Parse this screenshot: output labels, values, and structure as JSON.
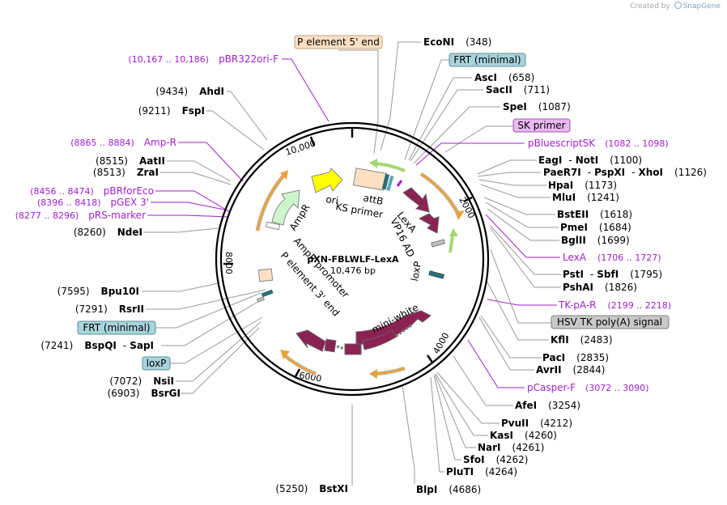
{
  "credit": {
    "prefix": "Created by",
    "brand": "SnapGene"
  },
  "plasmid": {
    "name": "pXN-FBLWLF-LexA",
    "size": "10,476 bp"
  },
  "ticks": [
    "2000",
    "4000",
    "6000",
    "8000",
    "10,000"
  ],
  "enzymes": {
    "econi": {
      "name": "EcoNI",
      "pos": "(348)"
    },
    "asci": {
      "name": "AscI",
      "pos": "(658)"
    },
    "sacii": {
      "name": "SacII",
      "pos": "(711)"
    },
    "spei": {
      "name": "SpeI",
      "pos": "(1087)"
    },
    "eagi": {
      "name": "EagI",
      "sep": "-",
      "name2": "NotI",
      "pos": "(1100)"
    },
    "paer7i": {
      "name": "PaeR7I",
      "sep": "-",
      "name2": "PspXI",
      "sep2": "-",
      "name3": "XhoI",
      "pos": "(1126)"
    },
    "hpai": {
      "name": "HpaI",
      "pos": "(1173)"
    },
    "mlui": {
      "name": "MluI",
      "pos": "(1241)"
    },
    "bsteii": {
      "name": "BstEII",
      "pos": "(1618)"
    },
    "pmei": {
      "name": "PmeI",
      "pos": "(1684)"
    },
    "bglii": {
      "name": "BglII",
      "pos": "(1699)"
    },
    "psti": {
      "name": "PstI",
      "sep": "-",
      "name2": "SbfI",
      "pos": "(1795)"
    },
    "pshai": {
      "name": "PshAI",
      "pos": "(1826)"
    },
    "kfli": {
      "name": "KflI",
      "pos": "(2483)"
    },
    "paci": {
      "name": "PacI",
      "pos": "(2835)"
    },
    "avrii": {
      "name": "AvrII",
      "pos": "(2844)"
    },
    "afei": {
      "name": "AfeI",
      "pos": "(3254)"
    },
    "pvuii": {
      "name": "PvuII",
      "pos": "(4212)"
    },
    "kasi": {
      "name": "KasI",
      "pos": "(4260)"
    },
    "nari": {
      "name": "NarI",
      "pos": "(4261)"
    },
    "sfoi": {
      "name": "SfoI",
      "pos": "(4262)"
    },
    "pluti": {
      "name": "PluTI",
      "pos": "(4264)"
    },
    "blpi": {
      "name": "BlpI",
      "pos": "(4686)"
    },
    "bstxi": {
      "name": "BstXI",
      "pos": "(5250)"
    },
    "bsrgi": {
      "name": "BsrGI",
      "pos": "(6903)"
    },
    "nsii": {
      "name": "NsiI",
      "pos": "(7072)"
    },
    "bspqi": {
      "name": "BspQI",
      "sep": "-",
      "name2": "SapI",
      "pos": "(7241)"
    },
    "rsrii": {
      "name": "RsrII",
      "pos": "(7291)"
    },
    "bpu10i": {
      "name": "Bpu10I",
      "pos": "(7595)"
    },
    "ndei": {
      "name": "NdeI",
      "pos": "(8260)"
    },
    "zrai": {
      "name": "ZraI",
      "pos": "(8513)"
    },
    "aatii": {
      "name": "AatII",
      "pos": "(8515)"
    },
    "fspi": {
      "name": "FspI",
      "pos": "(9211)"
    },
    "ahdi": {
      "name": "AhdI",
      "pos": "(9434)"
    }
  },
  "primers": {
    "pbluescriptsk": {
      "name": "pBluescriptSK",
      "range": "(1082 .. 1098)"
    },
    "lexa": {
      "name": "LexA",
      "range": "(1706 .. 1727)"
    },
    "tkpar": {
      "name": "TK-pA-R",
      "range": "(2199 .. 2218)"
    },
    "pcasperf": {
      "name": "pCasper-F",
      "range": "(3072 .. 3090)"
    },
    "prsmarker": {
      "name": "pRS-marker",
      "range": "(8277 .. 8296)"
    },
    "pgex3": {
      "name": "pGEX 3'",
      "range": "(8396 .. 8418)"
    },
    "pbrforeco": {
      "name": "pBRforEco",
      "range": "(8456 .. 8474)"
    },
    "ampr": {
      "name": "Amp-R",
      "range": "(8865 .. 8884)"
    },
    "pbr322ori": {
      "name": "pBR322ori-F",
      "range": "(10,167 .. 10,186)"
    }
  },
  "boxed_features": {
    "pelement5": {
      "label": "P element 5' end",
      "color": "#fde0c4",
      "border": "#c9a27c"
    },
    "frt1": {
      "label": "FRT (minimal)",
      "color": "#a8d4dc",
      "border": "#5d8f99"
    },
    "skprimer": {
      "label": "SK primer",
      "color": "#eab8f2",
      "border": "#9a5aa8"
    },
    "hsvtk": {
      "label": "HSV TK poly(A) signal",
      "color": "#c8c8c8",
      "border": "#808080"
    },
    "frt2": {
      "label": "FRT (minimal)",
      "color": "#a8d4dc",
      "border": "#5d8f99"
    },
    "loxp2": {
      "label": "loxP",
      "color": "#a8d4dc",
      "border": "#5d8f99"
    }
  },
  "features": {
    "ori": "ori",
    "attb": "attB",
    "ksprimer": "KS primer",
    "lexa": "LexA",
    "vp16": "VP16 AD",
    "loxp": "loxP",
    "miniwhite": "mini-white",
    "pelement3": "P element 3' end",
    "amprpromoter": "AmpR promoter",
    "ampr": "AmpR"
  },
  "colors": {
    "orange_arrow": "#e8a33d",
    "green_arrow": "#a4d86e",
    "maroon": "#8b2252",
    "ori_yellow": "#ffff00",
    "ampr_green": "#cdf5cd",
    "peach": "#fde0c4",
    "teal": "#2e6e7a",
    "primer_purple": "#a020d0"
  }
}
